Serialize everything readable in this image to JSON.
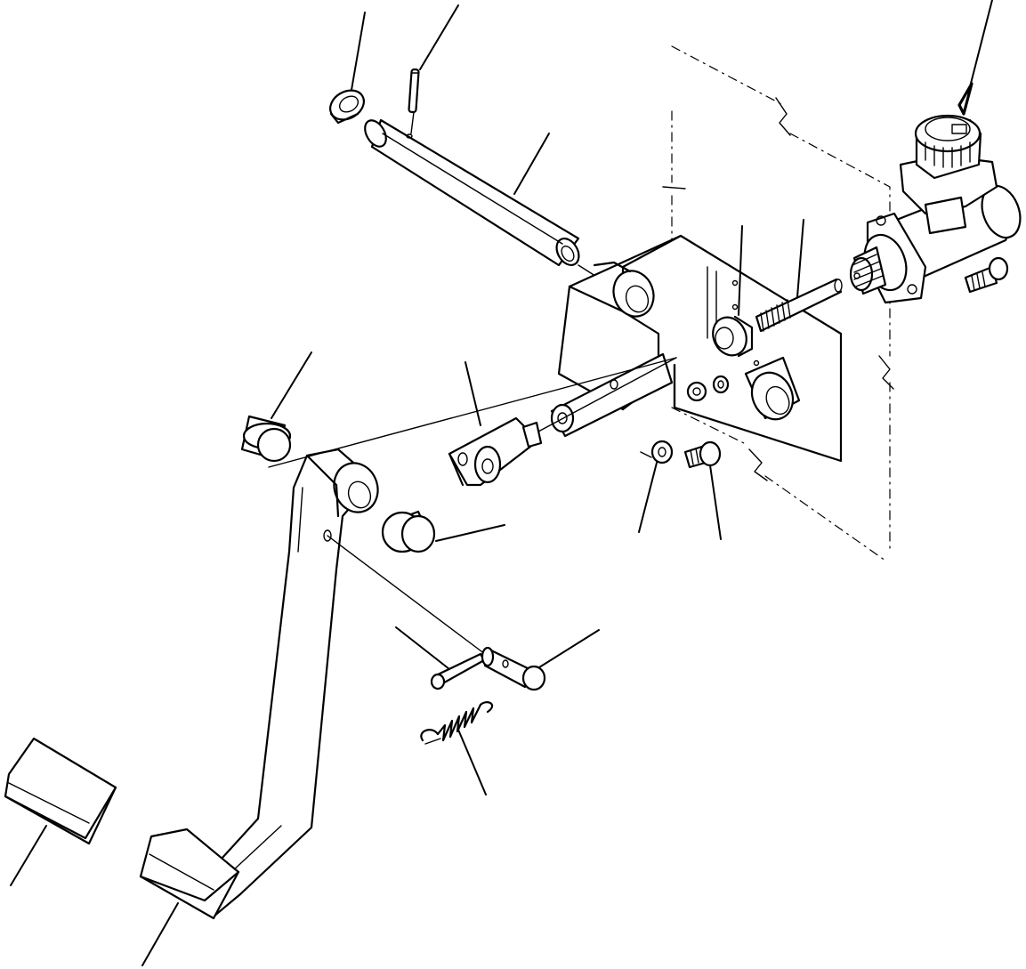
{
  "diagram": {
    "kind": "exploded parts view",
    "background_color": "#ffffff",
    "ink_color": "#000000",
    "parts": [
      "washer-ring",
      "spring-pin",
      "pivot-shaft",
      "master-cylinder",
      "mounting-bracket",
      "lock-nut",
      "push-rod",
      "clevis-yoke",
      "bushing-upper",
      "bushing-lower",
      "washer",
      "bolt",
      "mounting-bolt",
      "cotter-pin",
      "clevis-pin",
      "return-spring",
      "pedal-arm",
      "pedal-pad"
    ]
  }
}
